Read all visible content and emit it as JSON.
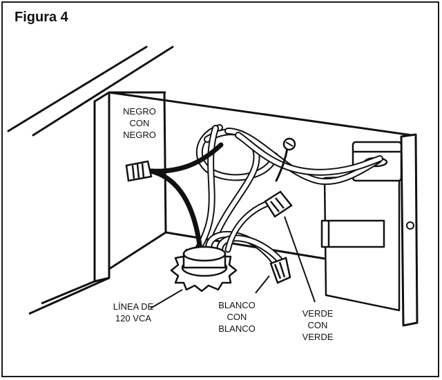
{
  "figure_title": "Figura 4",
  "labels": {
    "negro": [
      "NEGRO",
      "CON",
      "NEGRO"
    ],
    "linea": [
      "LÍNEA DE",
      "120 VCA"
    ],
    "blanco": [
      "BLANCO",
      "CON",
      "BLANCO"
    ],
    "verde": [
      "VERDE",
      "CON",
      "VERDE"
    ]
  },
  "colors": {
    "line": "#111111",
    "fill": "#ffffff",
    "shade": "#e6e6e6"
  }
}
